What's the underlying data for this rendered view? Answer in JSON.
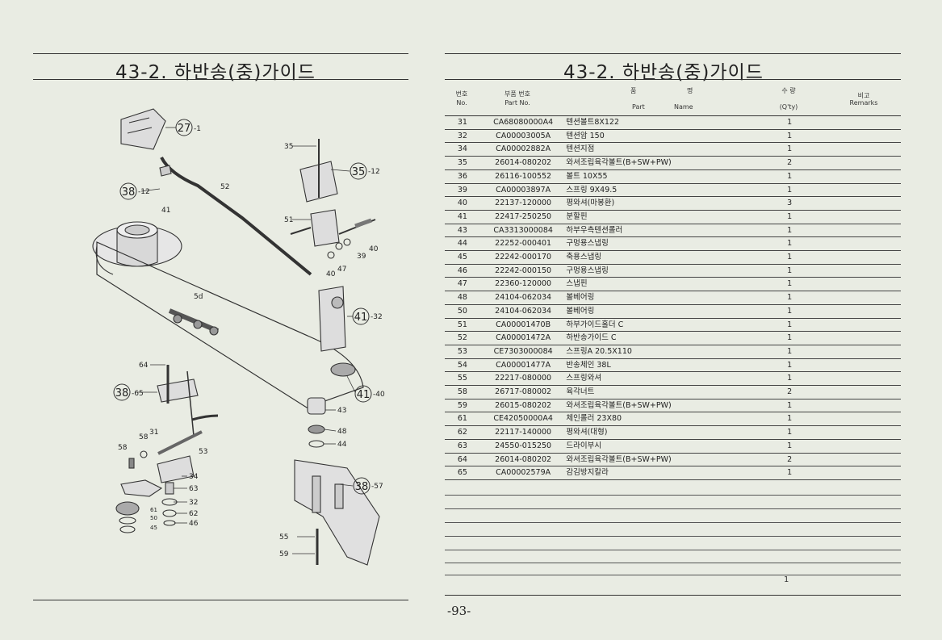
{
  "left_page": {
    "title": "43-2. 하반송(중)가이드",
    "callouts": [
      {
        "circled": "27",
        "suffix": "-1"
      },
      {
        "circled": "35",
        "suffix": "-12"
      },
      {
        "circled": "38",
        "suffix": "-12"
      },
      {
        "circled": "41",
        "suffix": "-32"
      },
      {
        "circled": "38",
        "suffix": "-65"
      },
      {
        "circled": "41",
        "suffix": "-40"
      },
      {
        "circled": "38",
        "suffix": "-57"
      }
    ],
    "labels": [
      "35",
      "52",
      "41",
      "51",
      "40",
      "39",
      "47",
      "40",
      "5d",
      "64",
      "31",
      "58",
      "58",
      "53",
      "34",
      "63",
      "32",
      "61",
      "50",
      "45",
      "62",
      "46",
      "43",
      "48",
      "44",
      "55",
      "59"
    ]
  },
  "right_page": {
    "title": "43-2. 하반송(중)가이드",
    "header": {
      "no_kr": "번호",
      "no_en": "No.",
      "part_kr": "부품 번호",
      "part_en": "Part  No.",
      "name_kr_1": "품",
      "name_kr_2": "명",
      "name_en_1": "Part",
      "name_en_2": "Name",
      "qty_kr": "수  량",
      "qty_en": "(Q'ty)",
      "remarks_kr": "비고",
      "remarks_en": "Remarks"
    },
    "rows": [
      {
        "no": "31",
        "part": "CA68080000A4",
        "name": "텐션볼트8X122",
        "qty": "1"
      },
      {
        "no": "32",
        "part": "CA00003005A",
        "name": "텐션암 150",
        "qty": "1"
      },
      {
        "no": "34",
        "part": "CA00002882A",
        "name": "텐션지점",
        "qty": "1"
      },
      {
        "no": "35",
        "part": "26014-080202",
        "name": "와셔조립육각볼트(B+SW+PW)",
        "qty": "2"
      },
      {
        "no": "36",
        "part": "26116-100552",
        "name": "볼트 10X55",
        "qty": "1"
      },
      {
        "no": "39",
        "part": "CA00003897A",
        "name": "스프링 9X49.5",
        "qty": "1"
      },
      {
        "no": "40",
        "part": "22137-120000",
        "name": "평와셔(마봉환)",
        "qty": "3"
      },
      {
        "no": "41",
        "part": "22417-250250",
        "name": "분할핀",
        "qty": "1"
      },
      {
        "no": "43",
        "part": "CA3313000084",
        "name": "하부우측텐션롤러",
        "qty": "1"
      },
      {
        "no": "44",
        "part": "22252-000401",
        "name": "구멍용스냅링",
        "qty": "1"
      },
      {
        "no": "45",
        "part": "22242-000170",
        "name": "축용스냅링",
        "qty": "1"
      },
      {
        "no": "46",
        "part": "22242-000150",
        "name": "구멍용스냅링",
        "qty": "1"
      },
      {
        "no": "47",
        "part": "22360-120000",
        "name": "스냅핀",
        "qty": "1"
      },
      {
        "no": "48",
        "part": "24104-062034",
        "name": "볼베어링",
        "qty": "1"
      },
      {
        "no": "50",
        "part": "24104-062034",
        "name": "볼베어링",
        "qty": "1"
      },
      {
        "no": "51",
        "part": "CA00001470B",
        "name": "하부가이드홀더 C",
        "qty": "1"
      },
      {
        "no": "52",
        "part": "CA00001472A",
        "name": "하반송가이드 C",
        "qty": "1"
      },
      {
        "no": "53",
        "part": "CE7303000084",
        "name": "스프링A 20.5X110",
        "qty": "1"
      },
      {
        "no": "54",
        "part": "CA00001477A",
        "name": "반송체인 38L",
        "qty": "1"
      },
      {
        "no": "55",
        "part": "22217-080000",
        "name": "스프링와셔",
        "qty": "1"
      },
      {
        "no": "58",
        "part": "26717-080002",
        "name": "육각너트",
        "qty": "2"
      },
      {
        "no": "59",
        "part": "26015-080202",
        "name": "와셔조립육각볼트(B+SW+PW)",
        "qty": "1"
      },
      {
        "no": "61",
        "part": "CE42050000A4",
        "name": "체인롤러 23X80",
        "qty": "1"
      },
      {
        "no": "62",
        "part": "22117-140000",
        "name": "평와셔(대형)",
        "qty": "1"
      },
      {
        "no": "63",
        "part": "24550-015250",
        "name": "드라이부시",
        "qty": "1"
      },
      {
        "no": "64",
        "part": "26014-080202",
        "name": "와셔조립육각볼트(B+SW+PW)",
        "qty": "2"
      },
      {
        "no": "65",
        "part": "CA00002579A",
        "name": "감김방지칼라",
        "qty": "1"
      }
    ],
    "trailing_qty": "1",
    "page_number": "-93-"
  }
}
